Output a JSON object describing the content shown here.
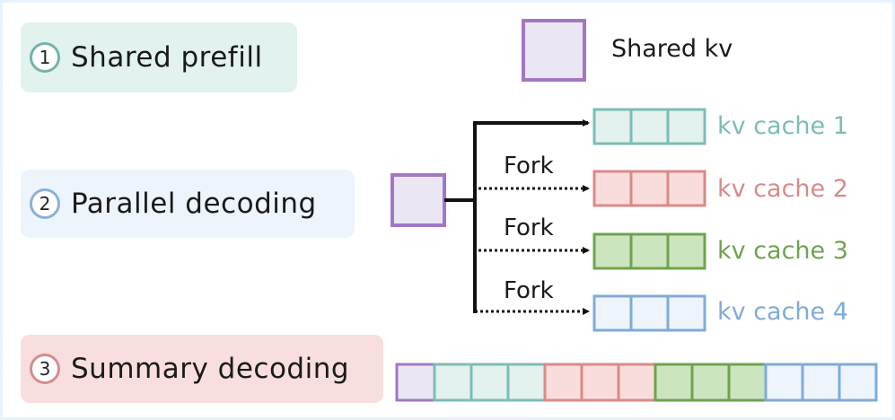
{
  "stages": [
    {
      "num": "1",
      "label": "Shared prefill"
    },
    {
      "num": "2",
      "label": "Parallel decoding"
    },
    {
      "num": "3",
      "label": "Summary decoding"
    }
  ],
  "legend": {
    "label": "Shared kv"
  },
  "fork_label": "Fork",
  "caches": [
    {
      "label": "kv cache 1",
      "color": "#7cbdb4",
      "fill": "#e3f1ef"
    },
    {
      "label": "kv cache 2",
      "color": "#d98a88",
      "fill": "#f9dddc"
    },
    {
      "label": "kv cache 3",
      "color": "#6fa34f",
      "fill": "#cde5bf"
    },
    {
      "label": "kv cache 4",
      "color": "#7fabd8",
      "fill": "#eef4fc"
    }
  ],
  "shared_color": "#a277c4",
  "shared_fill": "#ebe6f3"
}
